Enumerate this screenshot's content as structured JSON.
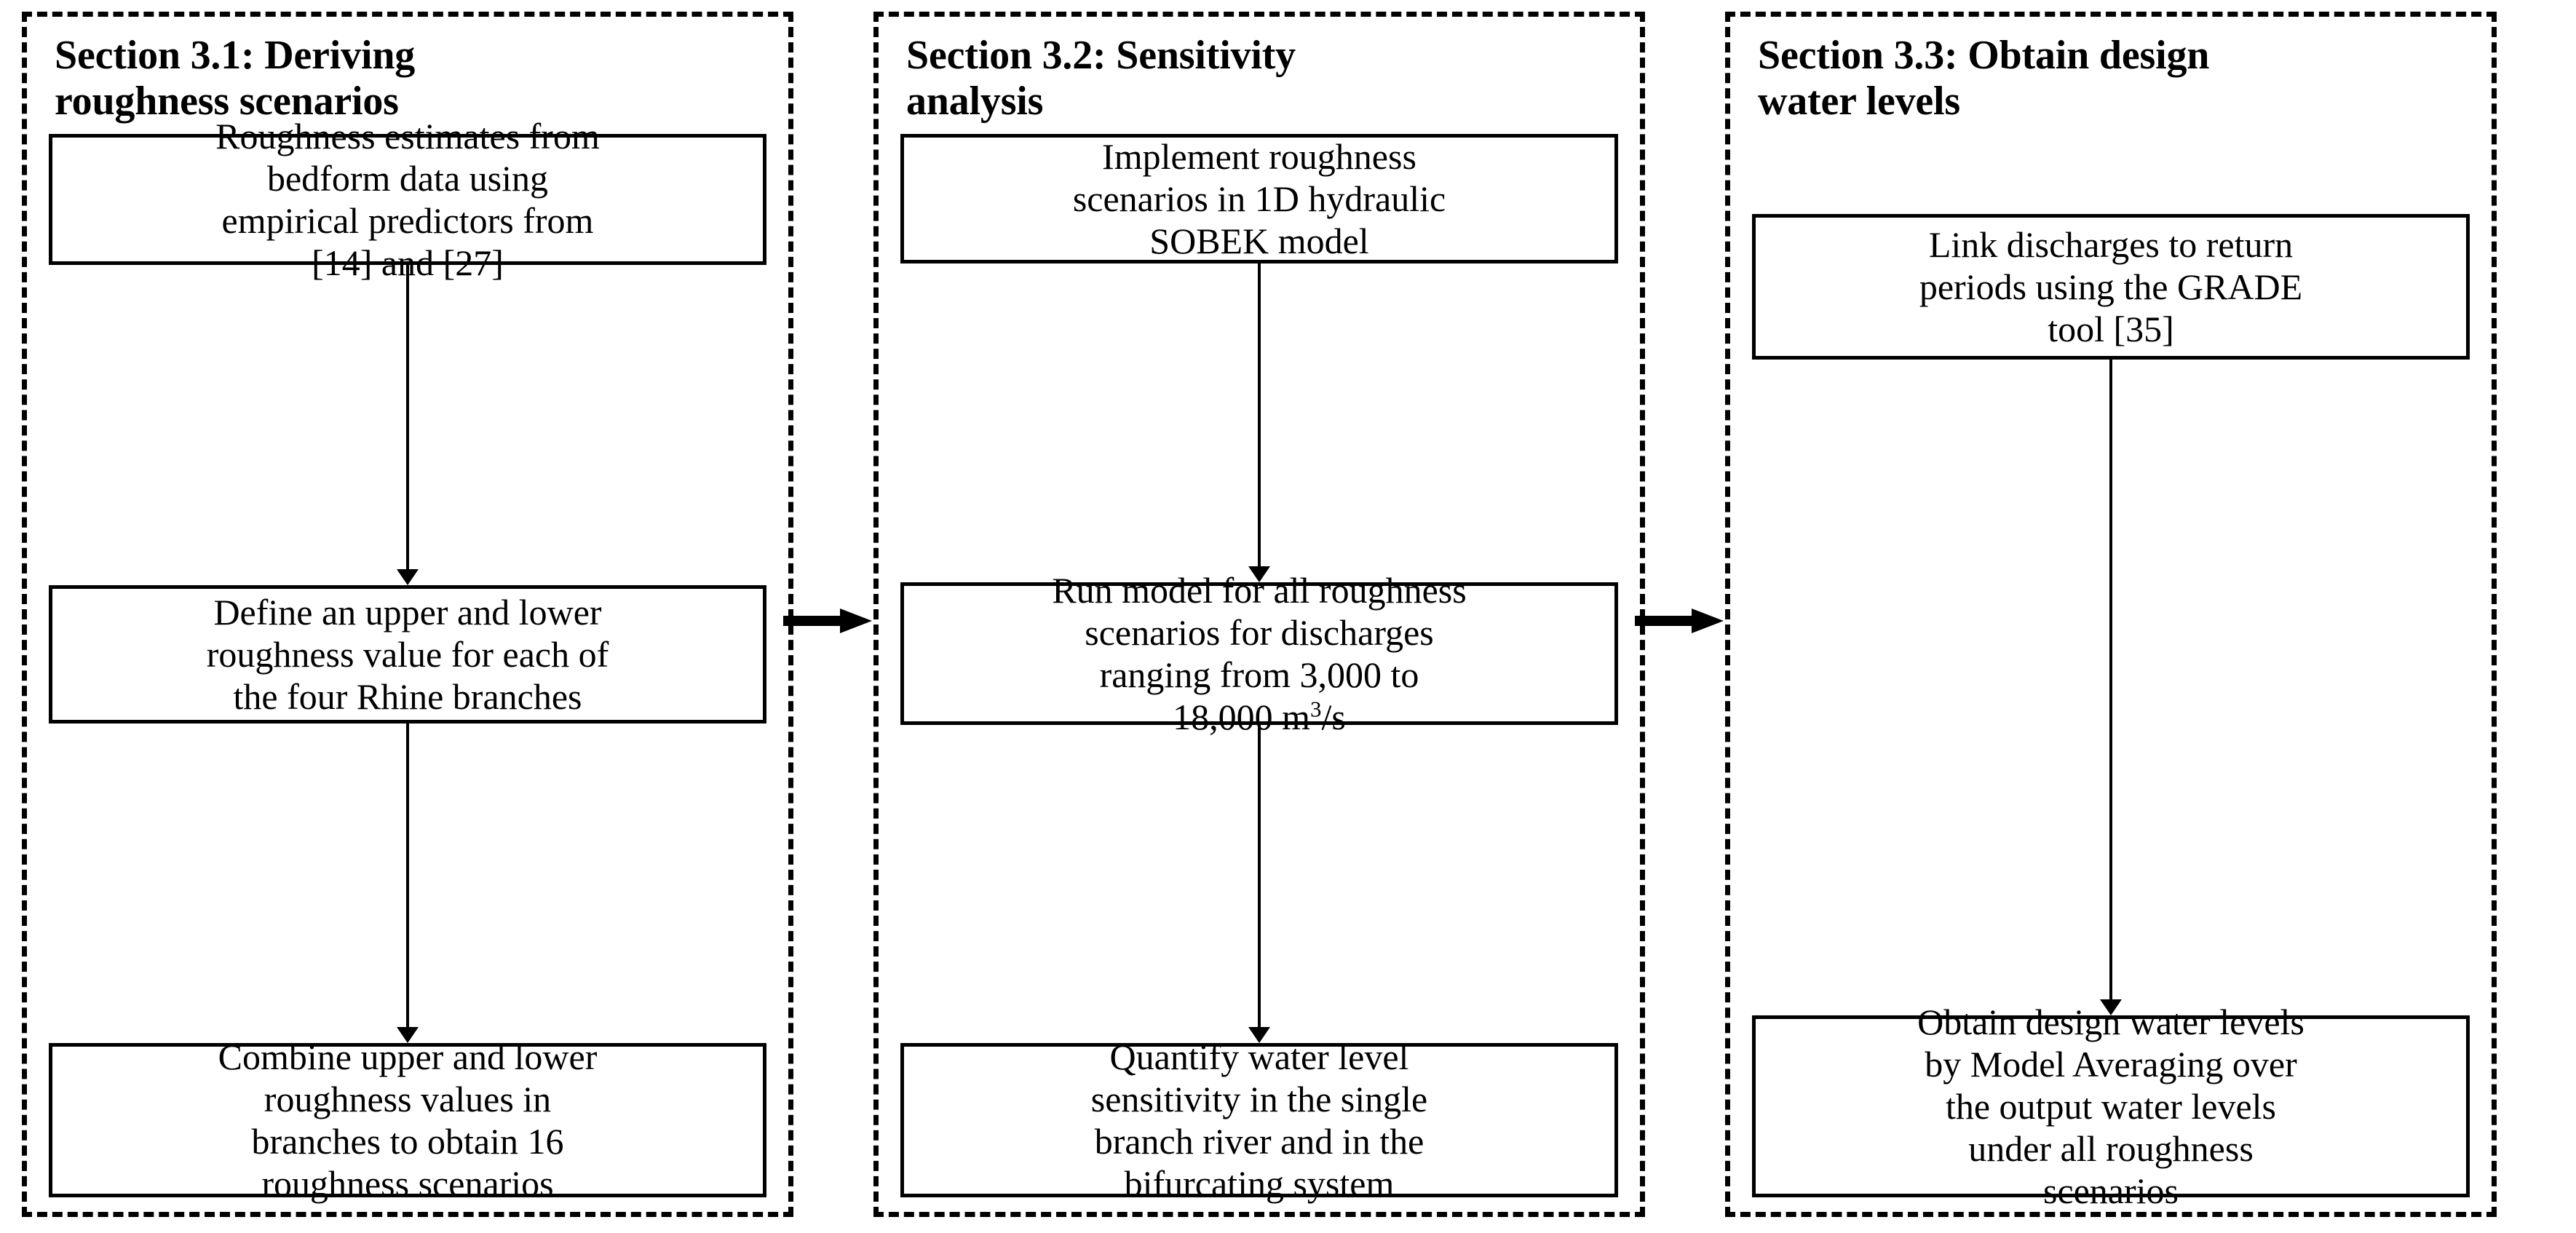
{
  "diagram": {
    "title": "Methodology flowchart",
    "colors": {
      "ink": "#000000",
      "background": "#ffffff"
    },
    "sections": [
      {
        "id": "section-3-1",
        "heading": "Section 3.1: Deriving\nroughness scenarios",
        "steps": [
          {
            "id": "p1-step-1",
            "text": "Roughness estimates from\nbedform data using\nempirical predictors from\n[14] and [27]"
          },
          {
            "id": "p1-step-2",
            "text": "Define an upper and lower\nroughness value for each of\nthe four Rhine branches"
          },
          {
            "id": "p1-step-3",
            "text": "Combine upper and lower\nroughness values in\nbranches to obtain 16\nroughness scenarios"
          }
        ]
      },
      {
        "id": "section-3-2",
        "heading": "Section 3.2: Sensitivity\nanalysis",
        "steps": [
          {
            "id": "p2-step-1",
            "text": "Implement roughness\nscenarios in 1D hydraulic\nSOBEK model"
          },
          {
            "id": "p2-step-2",
            "text": "Run model for all roughness\nscenarios for discharges\nranging from 3,000 to\n18,000 m",
            "superscript": "3",
            "text_tail": "/s"
          },
          {
            "id": "p2-step-3",
            "text": "Quantify water level\nsensitivity in the single\nbranch river and in the\nbifurcating system"
          }
        ]
      },
      {
        "id": "section-3-3",
        "heading": "Section 3.3: Obtain design\nwater levels",
        "steps": [
          {
            "id": "p3-step-1",
            "text": "Link discharges to return\nperiods using the GRADE\ntool [35]"
          },
          {
            "id": "p3-step-2",
            "text": "Obtain design water levels\nby Model Averaging over\nthe output water levels\nunder all roughness\nscenarios"
          }
        ]
      }
    ],
    "connectors": {
      "between_sections": [
        {
          "id": "arrow-3-1-to-3-2",
          "from": "section-3-1",
          "to": "section-3-2",
          "direction": "right"
        },
        {
          "id": "arrow-3-2-to-3-3",
          "from": "section-3-2",
          "to": "section-3-3",
          "direction": "right"
        }
      ],
      "within_sections": [
        {
          "id": "arrow-p1-1-2",
          "from": "p1-step-1",
          "to": "p1-step-2",
          "direction": "down"
        },
        {
          "id": "arrow-p1-2-3",
          "from": "p1-step-2",
          "to": "p1-step-3",
          "direction": "down"
        },
        {
          "id": "arrow-p2-1-2",
          "from": "p2-step-1",
          "to": "p2-step-2",
          "direction": "down"
        },
        {
          "id": "arrow-p2-2-3",
          "from": "p2-step-2",
          "to": "p2-step-3",
          "direction": "down"
        },
        {
          "id": "arrow-p3-1-2",
          "from": "p3-step-1",
          "to": "p3-step-2",
          "direction": "down"
        }
      ]
    }
  }
}
